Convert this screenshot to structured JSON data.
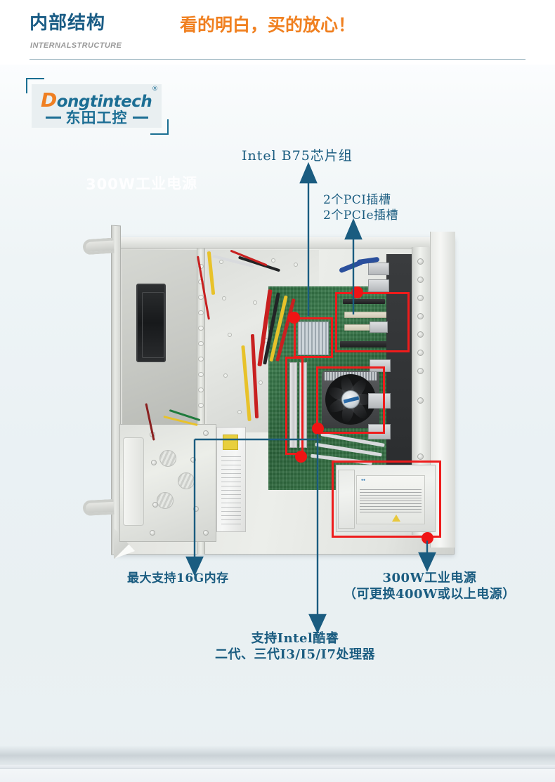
{
  "header": {
    "title_cn": "内部结构",
    "title_en": "INTERNALSTRUCTURE",
    "slogan": "看的明白，买的放心！",
    "title_color": "#1a5c85",
    "slogan_color": "#f08020",
    "rule_color": "#9fb8c2"
  },
  "logo": {
    "brand_lead": "D",
    "brand_rest": "ongtintech",
    "registered_mark": "®",
    "brand_cn": "东田工控",
    "color_primary": "#1c6e94",
    "color_accent": "#ef7f22"
  },
  "watermark": {
    "text": "300W工业电源"
  },
  "callouts": [
    {
      "id": "chipset",
      "lines": [
        "Intel B75芯片组"
      ],
      "color": "#1a5c80"
    },
    {
      "id": "slots",
      "lines": [
        "2个PCI插槽",
        "2个PCIe插槽"
      ],
      "color": "#1a5c80"
    },
    {
      "id": "memory",
      "lines": [
        "最大支持16G内存"
      ],
      "color": "#1a5c80"
    },
    {
      "id": "psu",
      "lines": [
        "300W工业电源",
        "（可更换400W或以上电源）"
      ],
      "color": "#1a5c80"
    },
    {
      "id": "cpu",
      "lines": [
        "支持Intel酷睿",
        "二代、三代I3/I5/I7处理器"
      ],
      "color": "#1a5c80"
    }
  ],
  "annotation": {
    "box_color": "#ee1c1c",
    "dot_color": "#f01414",
    "arrow_color": "#1a5c80",
    "box_count": 4,
    "dot_count": 6
  },
  "photo": {
    "subject": "industrial rackmount chassis interior",
    "background_color": "#eaf1f4"
  }
}
